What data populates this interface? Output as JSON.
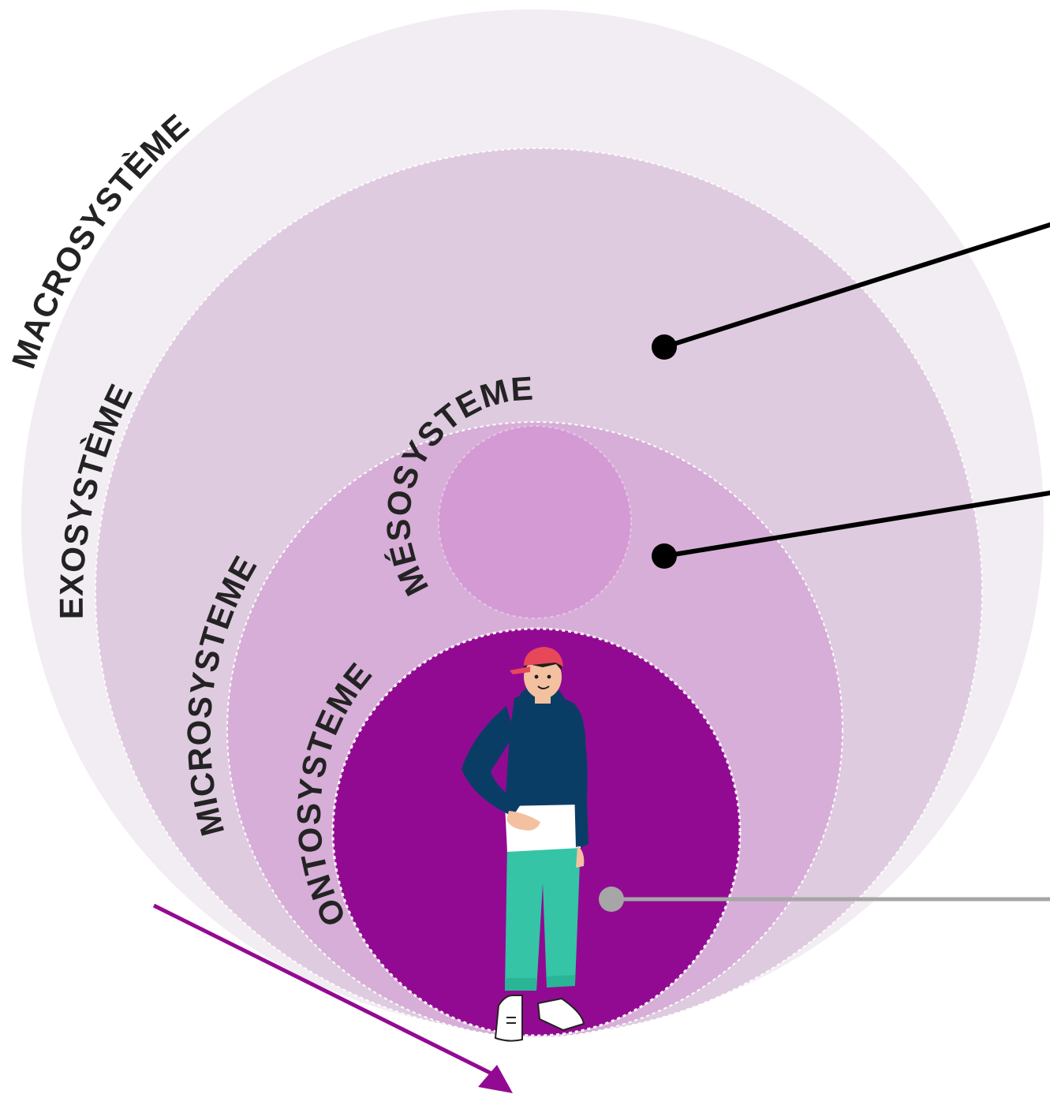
{
  "labels": {
    "macrosystem": "MACROSYSTÈME",
    "exosystem": "EXOSYSTÈME",
    "microsystem": "MICROSYSTEME",
    "mesosystem": "MÉSOSYSTEME",
    "ontosystem": "ONTOSYSTEME"
  },
  "colors": {
    "macrosystem_fill": "#f2ecf3",
    "exosystem_fill": "#dfcbdf",
    "microsystem_fill": "#d7aed7",
    "mesosystem_fill": "#d49ad4",
    "ontosystem_fill": "#930a92",
    "label_text": "#232323",
    "pointer_line": "#000000",
    "pointer_line_secondary": "#a6a6a6",
    "arrow": "#930a92",
    "hoodie": "#0a3d66",
    "trousers": "#35c4a6",
    "cap": "#e6485a"
  },
  "icons": {
    "person": "person-illustration-icon",
    "arrow": "diagonal-arrow-icon"
  }
}
